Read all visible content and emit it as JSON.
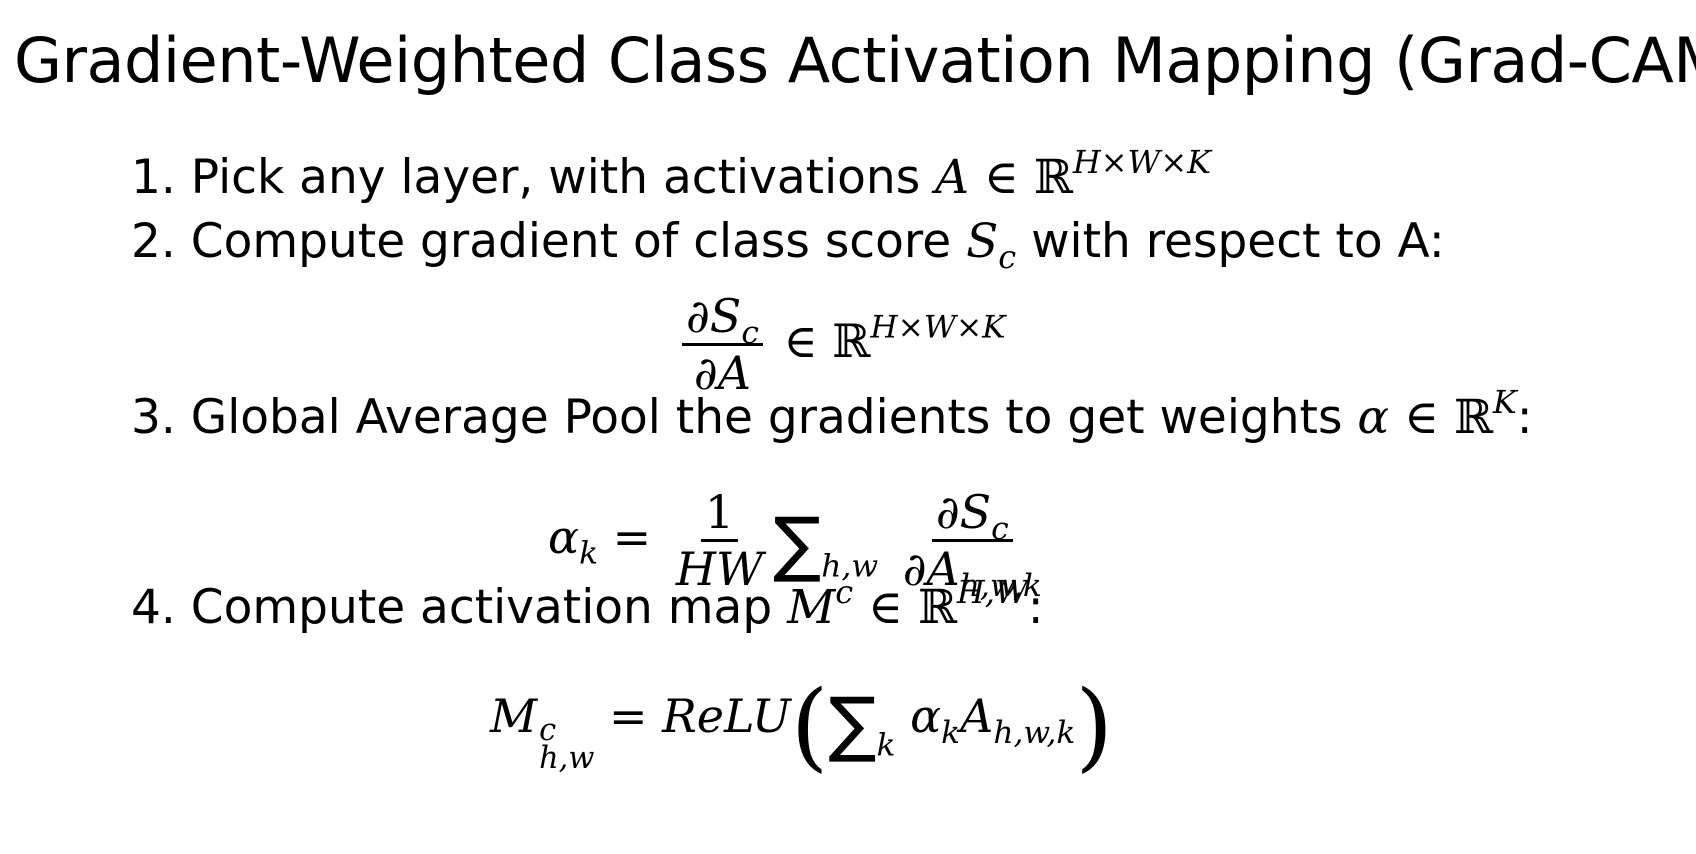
{
  "title": "Gradient-Weighted Class Activation Mapping (Grad-CAM)",
  "steps": [
    {
      "prefix": "1. Pick any layer, with activations ",
      "math_var": "A",
      "math_in": "∈",
      "math_set": "ℝ",
      "math_sup": "H×W×K",
      "suffix": ""
    },
    {
      "prefix": "2. Compute gradient of class score ",
      "math_var": "S",
      "math_sub": "c",
      "suffix": " with respect to A:"
    },
    {
      "prefix": "3. Global Average Pool the gradients to get weights ",
      "math_var": "α",
      "math_in": "∈",
      "math_set": "ℝ",
      "math_sup": "K",
      "suffix": ":"
    },
    {
      "prefix": "4. Compute activation map ",
      "math_var": "M",
      "math_sup_var": "c",
      "math_in": "∈",
      "math_set": "ℝ",
      "math_sup": "H,W",
      "suffix": ":"
    }
  ],
  "formula_gradient": {
    "num_partial": "∂",
    "num_var": "S",
    "num_sub": "c",
    "den": "∂A",
    "in": "∈",
    "set": "ℝ",
    "sup": "H×W×K"
  },
  "formula_alpha": {
    "lhs": "α",
    "lhs_sub": "k",
    "eq": "=",
    "frac1_num": "1",
    "frac1_den": "HW",
    "sum": "∑",
    "sum_sub": "h,w",
    "frac2_num_partial": "∂",
    "frac2_num_var": "S",
    "frac2_num_sub": "c",
    "frac2_den_var": "∂A",
    "frac2_den_sub": "h,w,k"
  },
  "formula_map": {
    "lhs": "M",
    "lhs_sup": "c",
    "lhs_sub": "h,w",
    "eq": "=",
    "fn": "ReLU",
    "lparen": "(",
    "sum": "∑",
    "sum_sub": "k",
    "term_a": "α",
    "term_a_sub": "k",
    "term_b": "A",
    "term_b_sub": "h,w,k",
    "rparen": ")"
  }
}
